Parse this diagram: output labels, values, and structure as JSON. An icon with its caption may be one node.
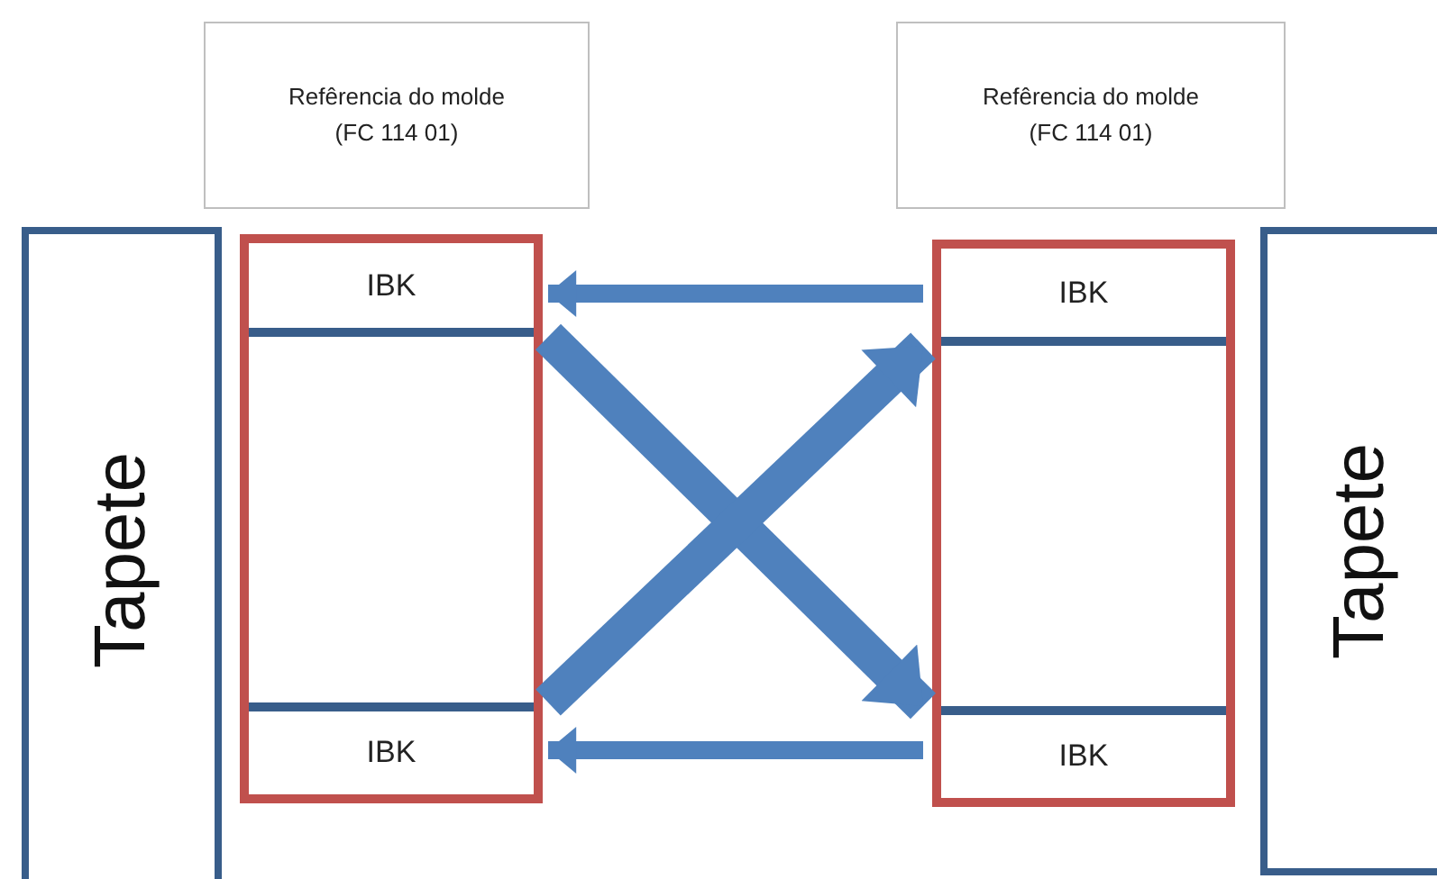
{
  "diagram": {
    "nodes": [
      {
        "text": [
          "Refêrencia do molde (FC 114 01)"
        ]
      },
      {
        "text": [
          "Refêrencia do molde (FC 114 01)"
        ]
      },
      {
        "text": [
          "Tapete"
        ]
      },
      {
        "text": [],
        "shape": "box"
      },
      {
        "text": [
          "IBK"
        ],
        "in": 3
      },
      {
        "text": [
          "IBK"
        ],
        "in": 3
      },
      {
        "text": [],
        "shape": "box"
      },
      {
        "text": [
          "IBK"
        ],
        "in": 6
      },
      {
        "text": [
          "IBK"
        ],
        "in": 6
      },
      {
        "text": [
          "Tapete"
        ]
      }
    ],
    "edges": [
      {
        "from": 7,
        "to": 4,
        "arrow": "to"
      },
      {
        "from": 4,
        "to": 8,
        "arrow": "to",
        "style": "thick"
      },
      {
        "from": 5,
        "to": 7,
        "arrow": "to",
        "style": "thick"
      },
      {
        "from": 8,
        "to": 5,
        "arrow": "to"
      }
    ]
  }
}
